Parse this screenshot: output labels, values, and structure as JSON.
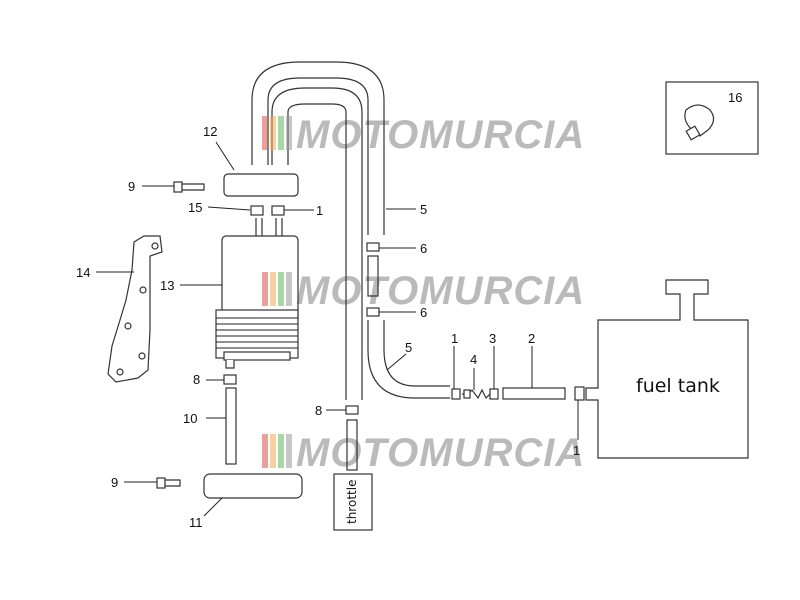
{
  "watermark": {
    "text": "MOTOMURCIA",
    "colors": [
      "#d9534f",
      "#f0ad4e",
      "#5cb85c",
      "#999999"
    ]
  },
  "labels": {
    "fuel_tank": "fuel tank",
    "throttle": "throttle"
  },
  "callouts": {
    "c1a": "1",
    "c1b": "1",
    "c1c": "1",
    "c2": "2",
    "c3": "3",
    "c4": "4",
    "c5a": "5",
    "c5b": "5",
    "c6a": "6",
    "c6b": "6",
    "c8a": "8",
    "c8b": "8",
    "c9a": "9",
    "c9b": "9",
    "c10": "10",
    "c11": "11",
    "c12": "12",
    "c13": "13",
    "c14": "14",
    "c15": "15",
    "c16": "16"
  }
}
